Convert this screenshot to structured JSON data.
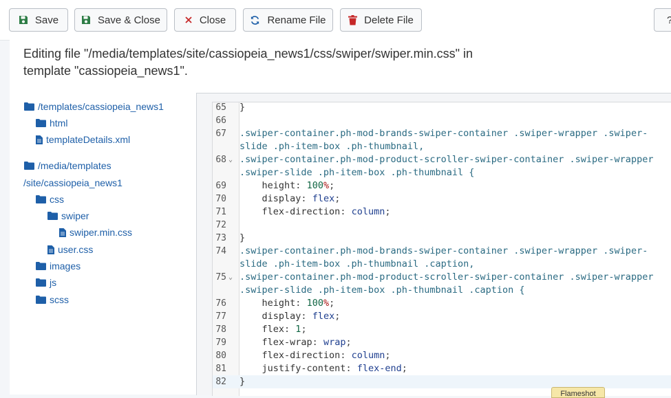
{
  "toolbar": {
    "save": "Save",
    "save_close": "Save & Close",
    "close": "Close",
    "rename": "Rename File",
    "delete": "Delete File",
    "help": "?"
  },
  "editing": {
    "line1": "Editing file \"/media/templates/site/cassiopeia_news1/css/swiper/swiper.min.css\" in",
    "line2": "template \"cassiopeia_news1\"."
  },
  "tree": {
    "root1": "/templates/cassiopeia_news1",
    "html": "html",
    "details": "templateDetails.xml",
    "root2_a": "/media/templates",
    "root2_b": "/site/cassiopeia_news1",
    "css": "css",
    "swiper": "swiper",
    "swiper_css": "swiper.min.css",
    "user_css": "user.css",
    "images": "images",
    "js": "js",
    "scss": "scss"
  },
  "code": {
    "lines": [
      {
        "n": "65",
        "fold": "",
        "text": "}"
      },
      {
        "n": "66",
        "fold": "",
        "text": ""
      },
      {
        "n": "67",
        "fold": "",
        "text": ".swiper-container.ph-mod-brands-swiper-container .swiper-wrapper .swiper-"
      },
      {
        "n": "",
        "fold": "",
        "text": "slide .ph-item-box .ph-thumbnail,"
      },
      {
        "n": "68",
        "fold": "⌄",
        "text": ".swiper-container.ph-mod-product-scroller-swiper-container .swiper-wrapper"
      },
      {
        "n": "",
        "fold": "",
        "text": ".swiper-slide .ph-item-box .ph-thumbnail {"
      },
      {
        "n": "69",
        "fold": "",
        "text": "    height: 100%;"
      },
      {
        "n": "70",
        "fold": "",
        "text": "    display: flex;"
      },
      {
        "n": "71",
        "fold": "",
        "text": "    flex-direction: column;"
      },
      {
        "n": "72",
        "fold": "",
        "text": ""
      },
      {
        "n": "73",
        "fold": "",
        "text": "}"
      },
      {
        "n": "74",
        "fold": "",
        "text": ".swiper-container.ph-mod-brands-swiper-container .swiper-wrapper .swiper-"
      },
      {
        "n": "",
        "fold": "",
        "text": "slide .ph-item-box .ph-thumbnail .caption,"
      },
      {
        "n": "75",
        "fold": "⌄",
        "text": ".swiper-container.ph-mod-product-scroller-swiper-container .swiper-wrapper"
      },
      {
        "n": "",
        "fold": "",
        "text": ".swiper-slide .ph-item-box .ph-thumbnail .caption {"
      },
      {
        "n": "76",
        "fold": "",
        "text": "    height: 100%;"
      },
      {
        "n": "77",
        "fold": "",
        "text": "    display: flex;"
      },
      {
        "n": "78",
        "fold": "",
        "text": "    flex: 1;"
      },
      {
        "n": "79",
        "fold": "",
        "text": "    flex-wrap: wrap;"
      },
      {
        "n": "80",
        "fold": "",
        "text": "    flex-direction: column;"
      },
      {
        "n": "81",
        "fold": "",
        "text": "    justify-content: flex-end;"
      },
      {
        "n": "82",
        "fold": "",
        "text": "}"
      }
    ]
  },
  "tooltip": "Flameshot"
}
